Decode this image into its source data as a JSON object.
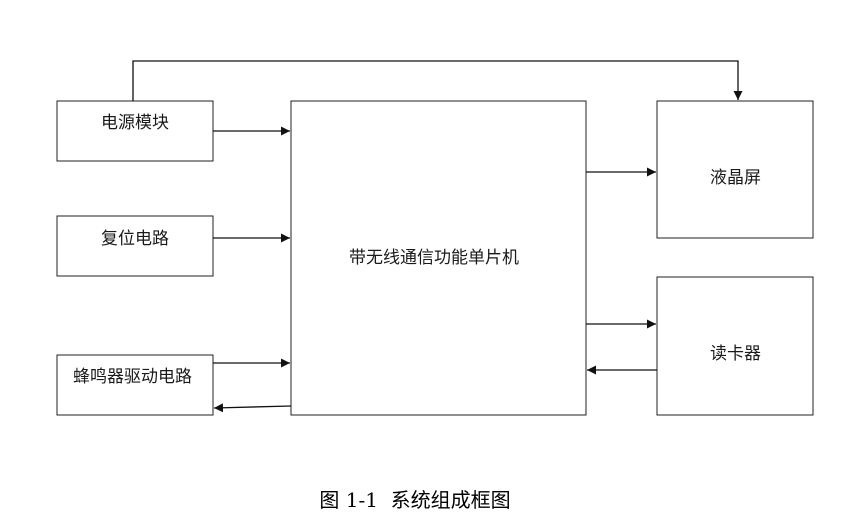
{
  "diagram": {
    "nodes": {
      "power": "电源模块",
      "reset": "复位电路",
      "buzzer": "蜂鸣器驱动电路",
      "mcu": "带无线通信功能单片机",
      "lcd": "液晶屏",
      "reader": "读卡器"
    },
    "edges": [
      {
        "from": "power",
        "to": "mcu"
      },
      {
        "from": "reset",
        "to": "mcu"
      },
      {
        "from": "buzzer",
        "to": "mcu"
      },
      {
        "from": "mcu",
        "to": "buzzer"
      },
      {
        "from": "mcu",
        "to": "lcd"
      },
      {
        "from": "mcu",
        "to": "reader"
      },
      {
        "from": "reader",
        "to": "mcu"
      },
      {
        "from": "power",
        "to": "lcd"
      }
    ]
  },
  "caption": "图 1-1  系统组成框图"
}
